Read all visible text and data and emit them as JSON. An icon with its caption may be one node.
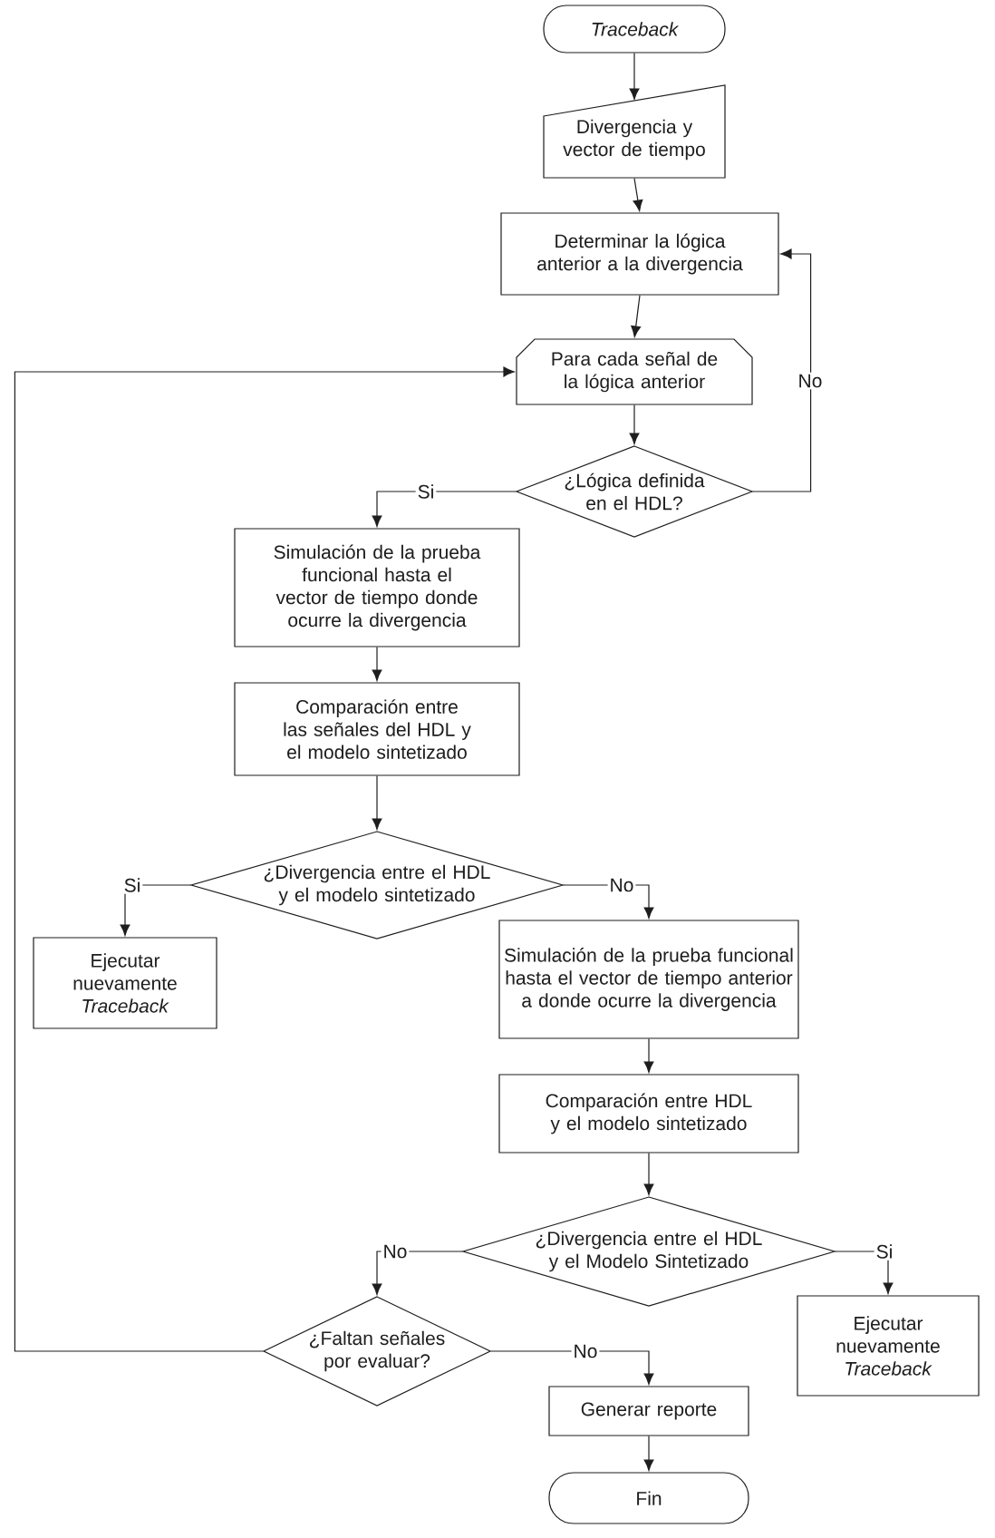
{
  "diagram": {
    "nodes": [
      {
        "text": [
          "Traceback"
        ]
      },
      {
        "text": [
          "Divergencia y vector de tiempo"
        ]
      },
      {
        "text": [
          "Determinar la lógica anterior a la divergencia"
        ]
      },
      {
        "text": [
          "Para cada señal de la lógica anterior"
        ]
      },
      {
        "text": [
          "¿Lógica definida en el HDL?"
        ]
      },
      {
        "text": [
          "Simulación de la prueba funcional hasta el vector de tiempo donde ocurre la divergencia"
        ]
      },
      {
        "text": [
          "Comparación entre las señales del HDL y el modelo sintetizado"
        ]
      },
      {
        "text": [
          "¿Divergencia entre el HDL y el modelo sintetizado"
        ]
      },
      {
        "text": [
          "Ejecutar nuevamente *Traceback*"
        ]
      },
      {
        "text": [
          "Simulación de la prueba funcional hasta el vector de tiempo anterior a donde ocurre la divergencia"
        ]
      },
      {
        "text": [
          "Comparación entre HDL y el modelo sintetizado"
        ]
      },
      {
        "text": [
          "¿Divergencia entre el HDL y el Modelo Sintetizado"
        ]
      },
      {
        "text": [
          "Ejecutar nuevamente *Traceback*"
        ]
      },
      {
        "text": [
          "¿Faltan señales por evaluar?"
        ]
      },
      {
        "text": [
          "Generar reporte"
        ]
      },
      {
        "text": [
          "Fin"
        ]
      }
    ],
    "edges": [
      {
        "from": 0,
        "to": 1,
        "arrow": "to"
      },
      {
        "from": 1,
        "to": 2,
        "arrow": "to"
      },
      {
        "from": 2,
        "to": 3,
        "arrow": "to"
      },
      {
        "from": 3,
        "to": 4,
        "arrow": "to"
      },
      {
        "from": 4,
        "to": 2,
        "arrow": "to",
        "label": "No"
      },
      {
        "from": 4,
        "to": 5,
        "arrow": "to",
        "label": "Si"
      },
      {
        "from": 5,
        "to": 6,
        "arrow": "to"
      },
      {
        "from": 6,
        "to": 7,
        "arrow": "to"
      },
      {
        "from": 7,
        "to": 8,
        "arrow": "to",
        "label": "Si"
      },
      {
        "from": 7,
        "to": 9,
        "arrow": "to",
        "label": "No"
      },
      {
        "from": 9,
        "to": 10,
        "arrow": "to"
      },
      {
        "from": 10,
        "to": 11,
        "arrow": "to"
      },
      {
        "from": 11,
        "to": 13,
        "arrow": "to",
        "label": "No"
      },
      {
        "from": 11,
        "to": 12,
        "arrow": "to",
        "label": "Si"
      },
      {
        "from": 13,
        "to": 14,
        "arrow": "to",
        "label": "No"
      },
      {
        "from": 13,
        "to": 3,
        "arrow": "to"
      },
      {
        "from": 14,
        "to": 15,
        "arrow": "to"
      }
    ]
  }
}
